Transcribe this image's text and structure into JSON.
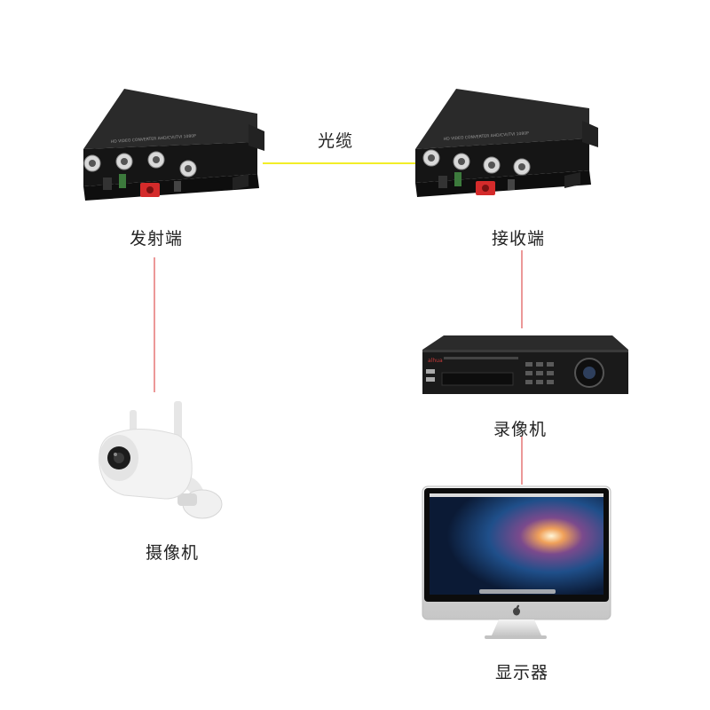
{
  "labels": {
    "fiber_cable": "光缆",
    "transmitter": "发射端",
    "receiver": "接收端",
    "recorder": "录像机",
    "camera": "摄像机",
    "monitor": "显示器"
  },
  "device_print": {
    "converter_model": "HD VIDEO CONVERTER AHD/CVI/TVI 1080P",
    "dvr_brand": "alhua"
  },
  "colors": {
    "fiber_line": "#f2ee28",
    "signal_line": "#e05353",
    "device_body": "#1c1c1c",
    "fiber_port": "#d42b2b",
    "camera_white": "#f3f3f3",
    "screen_blue": "#1d4f86"
  },
  "icons": [
    "fiber-converter-icon",
    "dvr-icon",
    "camera-icon",
    "imac-icon",
    "apple-logo-icon"
  ]
}
